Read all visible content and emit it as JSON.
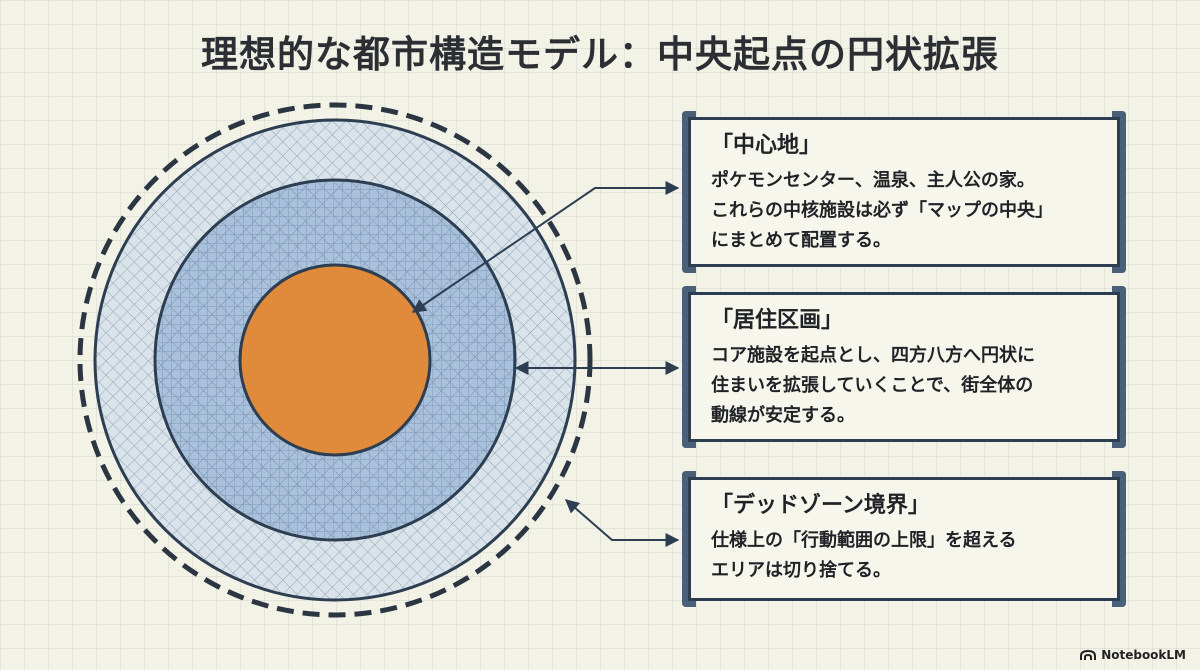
{
  "title": "理想的な都市構造モデル：中央起点の円状拡張",
  "cards": [
    {
      "title": "「中心地」",
      "body": "ポケモンセンター、温泉、主人公の家。\nこれらの中核施設は必ず「マップの中央」\nにまとめて配置する。"
    },
    {
      "title": "「居住区画」",
      "body": "コア施設を起点とし、四方八方へ円状に\n住まいを拡張していくことで、街全体の\n動線が安定する。"
    },
    {
      "title": "「デッドゾーン境界」",
      "body": "仕様上の「行動範囲の上限」を超える\nエリアは切り捨てる。"
    }
  ],
  "brand": "NotebookLM",
  "colors": {
    "core": "#e08a3c",
    "residential": "#a9c1da",
    "outer_ring": "#d3dfe6",
    "ink": "#2d3e52"
  }
}
